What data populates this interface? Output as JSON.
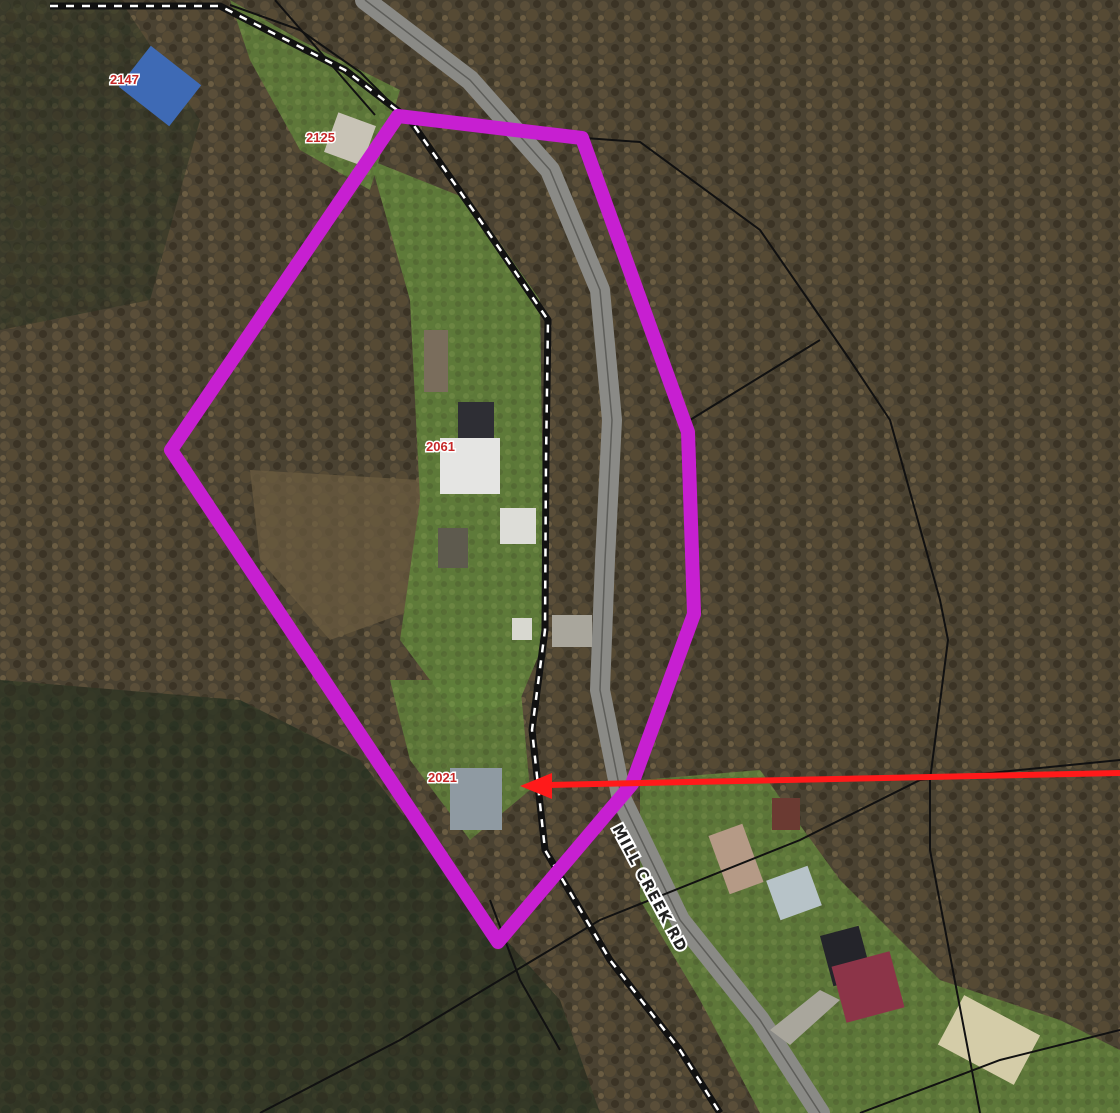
{
  "map": {
    "road_name": "MILL CREEK RD",
    "addresses": [
      {
        "id": "2147",
        "label": "2147"
      },
      {
        "id": "2125",
        "label": "2125"
      },
      {
        "id": "2061",
        "label": "2061"
      },
      {
        "id": "2021",
        "label": "2021"
      }
    ],
    "colors": {
      "parcel_highlight": "#c71fd1",
      "pointer_arrow": "#ff1a1a",
      "parcel_lines": "#111111",
      "address_text": "#c62828",
      "forest": "#4a4232",
      "grass": "#5f7f3a",
      "road": "#8a8a86"
    }
  }
}
